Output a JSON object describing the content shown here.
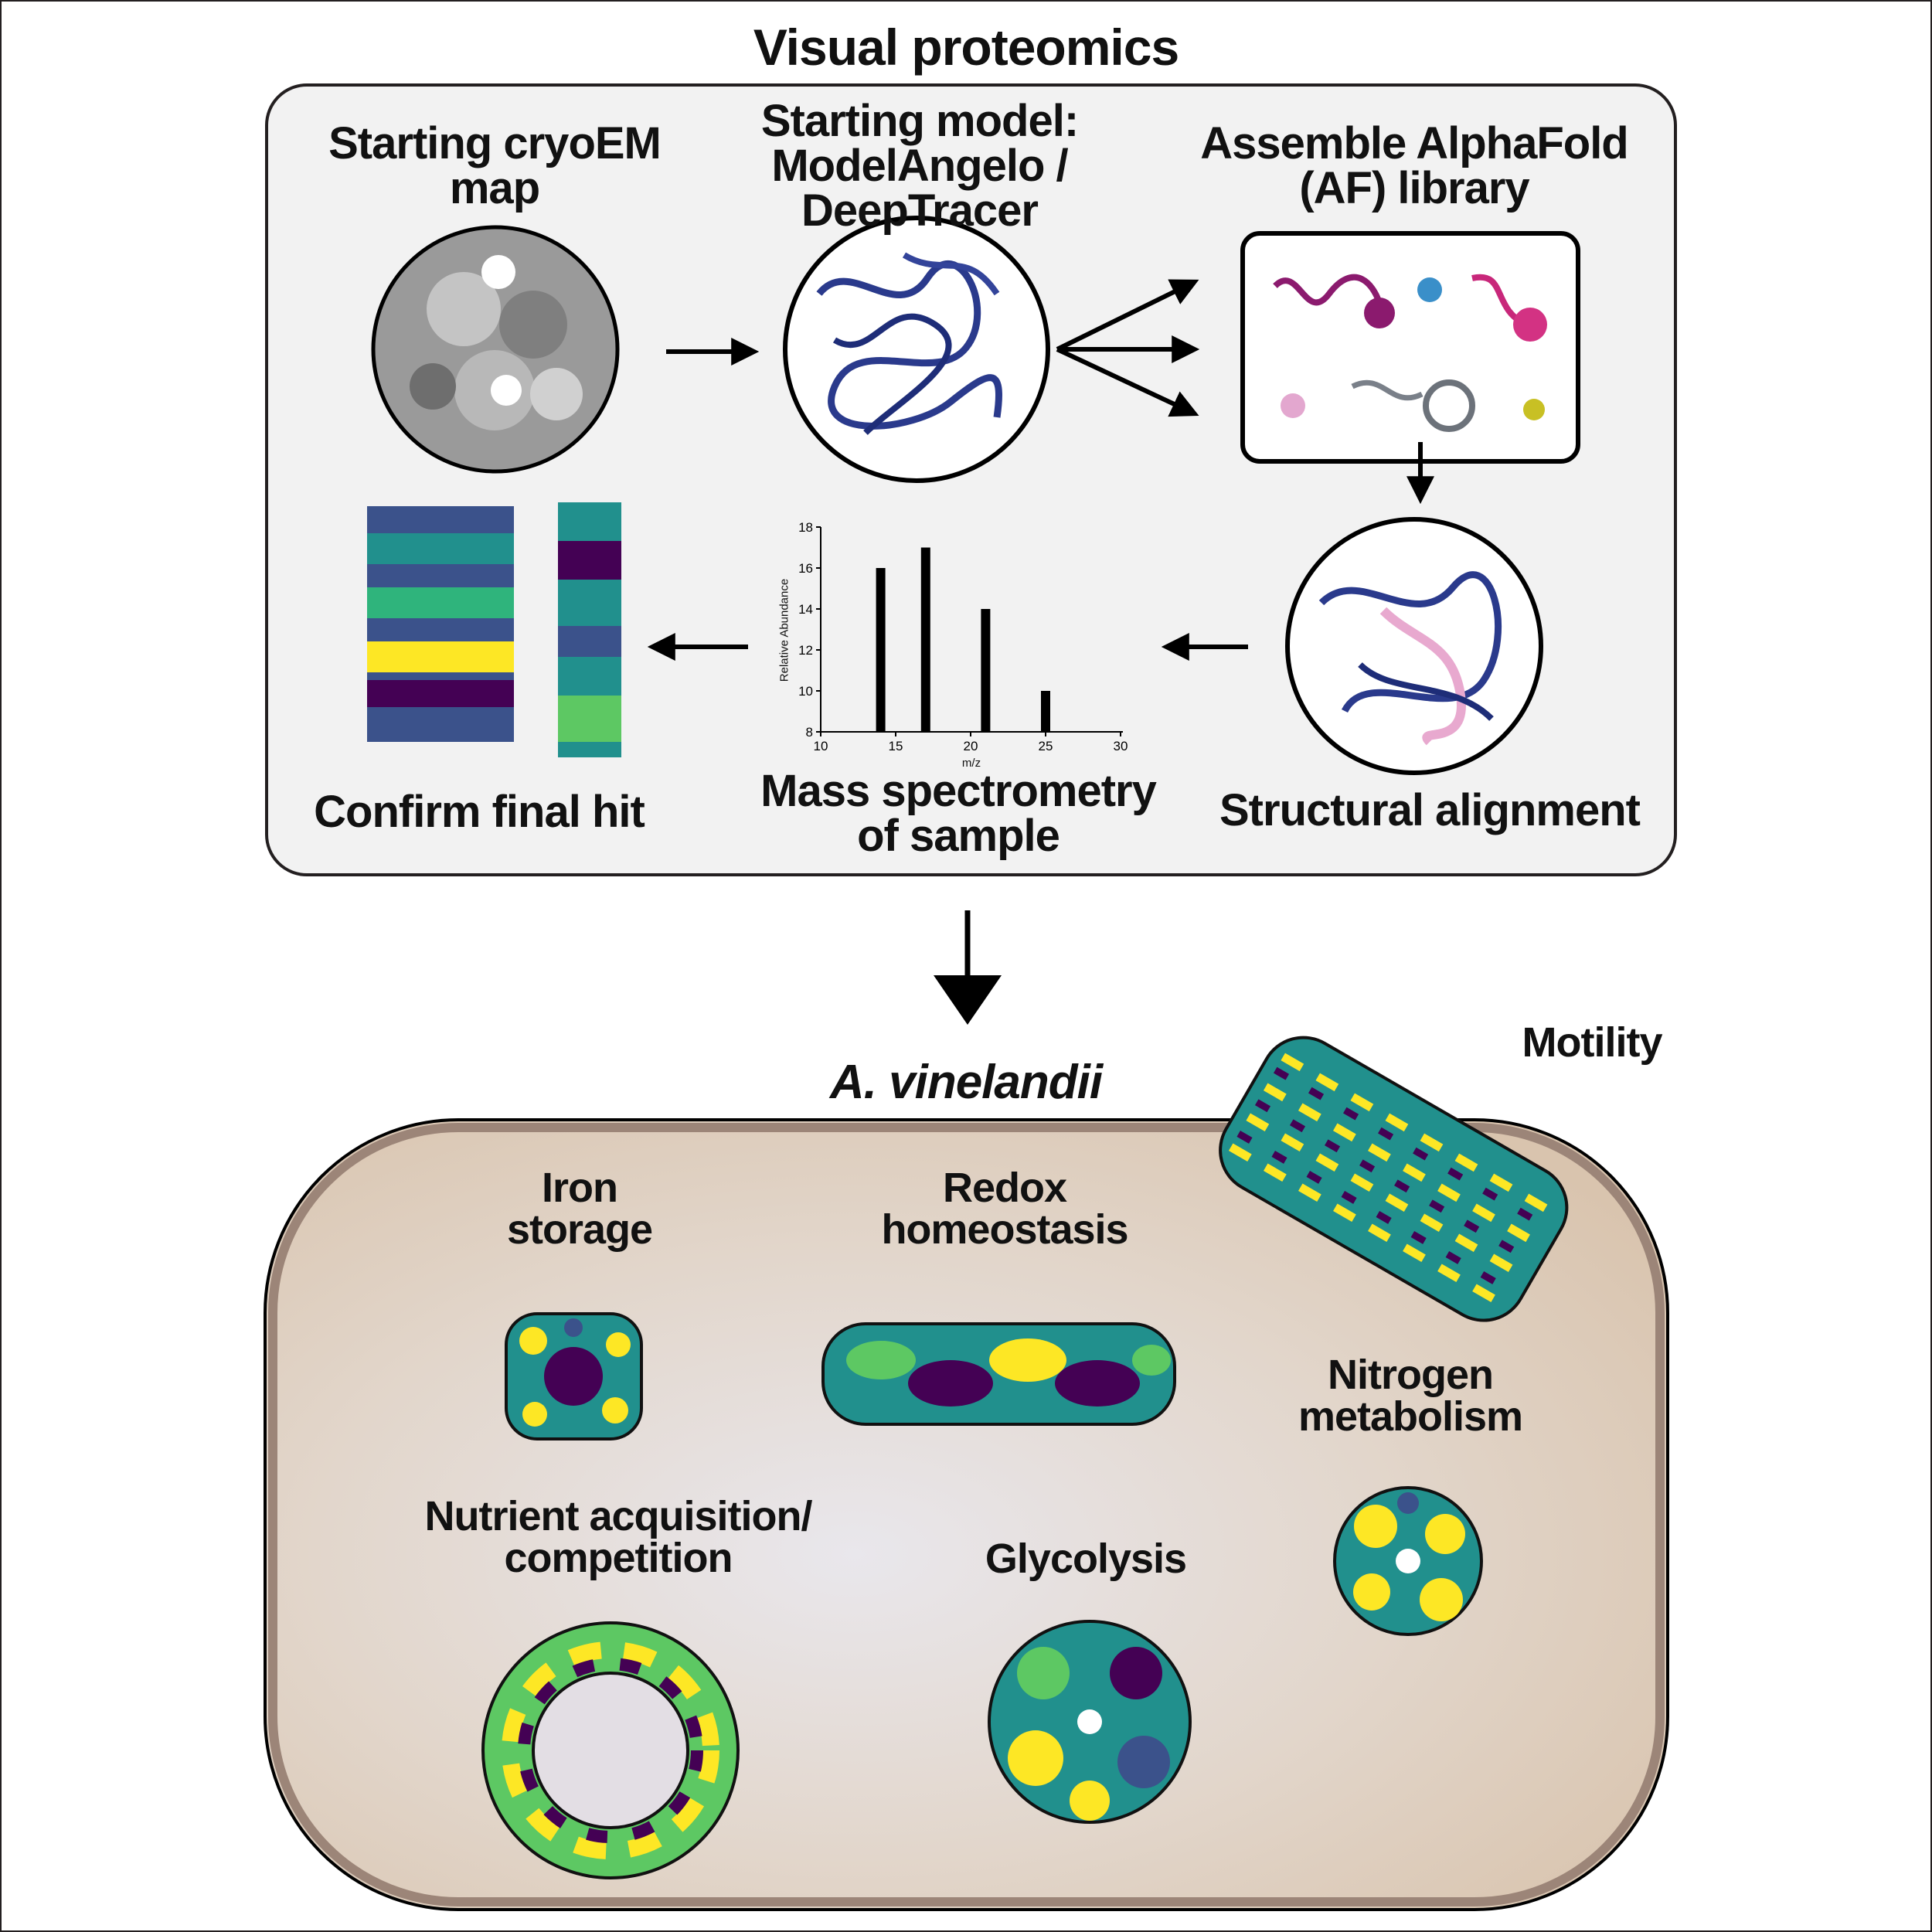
{
  "title": "Visual proteomics",
  "workflow": {
    "step1": [
      "Starting cryoEM",
      "map"
    ],
    "step2": [
      "Starting model:",
      "ModelAngelo /",
      "DeepTracer"
    ],
    "step3": [
      "Assemble AlphaFold",
      "(AF) library"
    ],
    "step4": "Structural alignment",
    "step5": [
      "Mass spectrometry",
      "of sample"
    ],
    "step6": "Confirm final hit"
  },
  "ms_chart_labels": {
    "ylabel": "Relative Abundance",
    "xlabel": "m/z",
    "yticks": [
      "8",
      "10",
      "12",
      "14",
      "16",
      "18"
    ],
    "xticks": [
      "10",
      "15",
      "20",
      "25",
      "30"
    ]
  },
  "chart_data": {
    "type": "bar",
    "x": [
      14,
      17,
      21,
      25
    ],
    "values": [
      16,
      17,
      14,
      10
    ],
    "xlabel": "m/z",
    "ylabel": "Relative Abundance",
    "xlim": [
      10,
      30
    ],
    "ylim": [
      8,
      18
    ]
  },
  "organism": "A. vinelandii",
  "cell_labels": {
    "motility": "Motility",
    "iron": [
      "Iron",
      "storage"
    ],
    "redox": [
      "Redox",
      "homeostasis"
    ],
    "nitrogen": [
      "Nitrogen",
      "metabolism"
    ],
    "nutrient": [
      "Nutrient acquisition/",
      "competition"
    ],
    "glycolysis": "Glycolysis"
  },
  "colors": {
    "panel_bg": "#f2f2f2",
    "cell_fill": "#dccbb8",
    "cell_border": "#9c8578",
    "model_blue": "#2a3a8c",
    "viridis": [
      "#440154",
      "#3b528b",
      "#21908d",
      "#5dc863",
      "#fde725"
    ]
  }
}
